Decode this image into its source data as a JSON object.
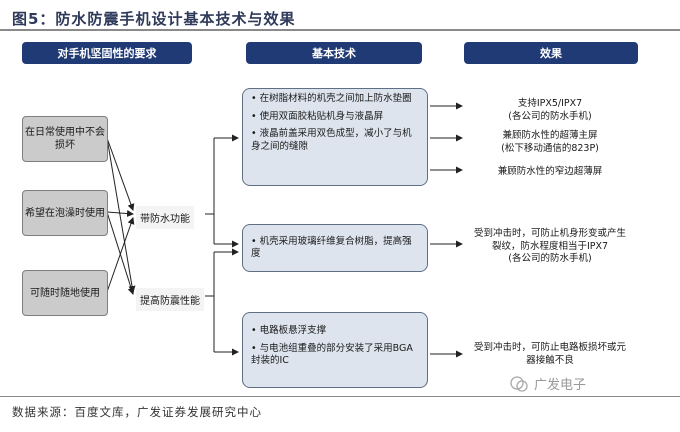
{
  "title": "图5：防水防震手机设计基本技术与效果",
  "headers": {
    "requirements": "对手机坚固性的要求",
    "technology": "基本技术",
    "effect": "效果"
  },
  "requirements": [
    "在日常使用中不会损坏",
    "希望在泡澡时使用",
    "可随时随地使用"
  ],
  "functions": [
    "带防水功能",
    "提高防震性能"
  ],
  "tech_groups": [
    [
      "在树脂材料的机壳之间加上防水垫圈",
      "使用双面胶粘贴机身与液晶屏",
      "液晶前盖采用双色成型，减小了与机身之间的缝隙"
    ],
    [
      "机壳采用玻璃纤维复合树脂，提高强度"
    ],
    [
      "电路板悬浮支撑",
      "与电池组重叠的部分安装了采用BGA封装的IC"
    ]
  ],
  "effects": [
    "支持IPX5/IPX7\n(各公司的防水手机)",
    "兼顾防水性的超薄主屏\n(松下移动通信的823P)",
    "兼顾防水性的窄边超薄屏",
    "受到冲击时，可防止机身形变或产生裂纹，防水程度相当于IPX7\n(各公司的防水手机)",
    "受到冲击时，可防止电路板损坏或元器接触不良"
  ],
  "source": "数据来源：百度文库，广发证券发展研究中心",
  "watermark": "广发电子",
  "colors": {
    "header": "#1f3a74",
    "tech_box": "#dde4ee",
    "req_box": "#cbcbcb"
  }
}
